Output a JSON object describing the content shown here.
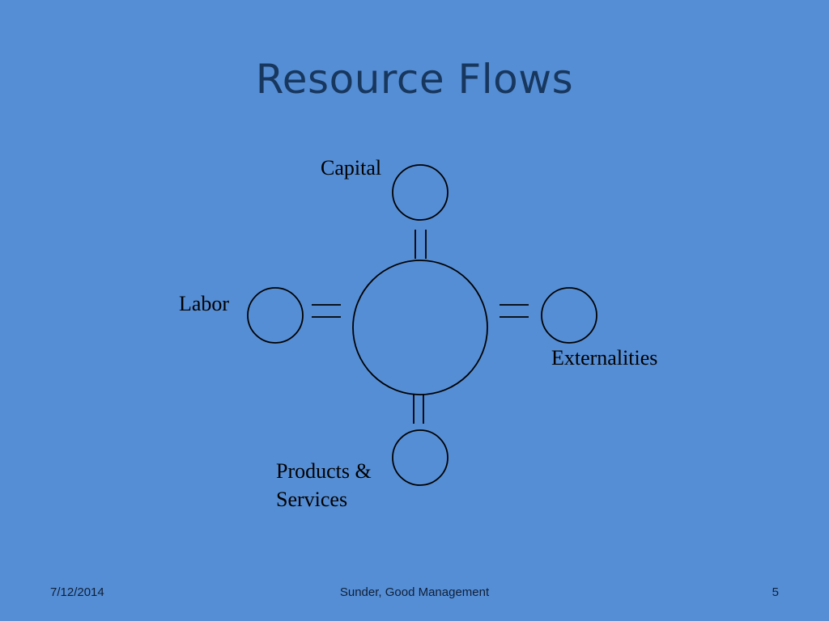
{
  "slide": {
    "title": "Resource Flows"
  },
  "diagram": {
    "nodes": {
      "capital": "Capital",
      "labor": "Labor",
      "externalities": "Externalities",
      "products_line1": "Products &",
      "products_line2": "Services"
    }
  },
  "footer": {
    "date": "7/12/2014",
    "center": "Sunder, Good Management",
    "page_number": "5"
  },
  "colors": {
    "background": "#558ed5",
    "title": "#17375e",
    "stroke": "#000000"
  }
}
